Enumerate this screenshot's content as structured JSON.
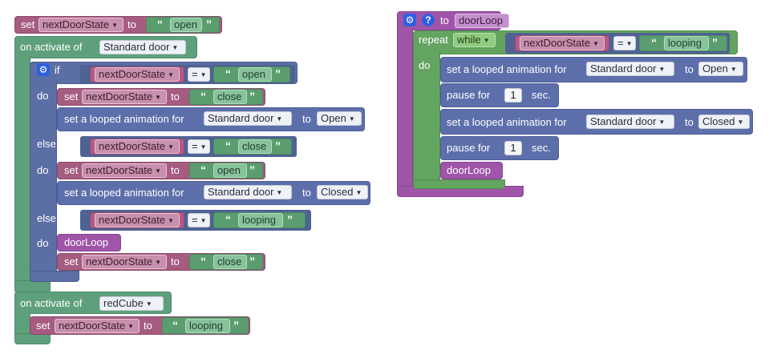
{
  "kw": {
    "set": "set",
    "to": "to",
    "on_activate_of": "on activate of",
    "if": "if",
    "do": "do",
    "else_if": "else if",
    "set_looped": "set a looped animation for",
    "repeat": "repeat",
    "pause_for": "pause for",
    "sec": "sec.",
    "eq": "=",
    "open_q": "“",
    "close_q": "”"
  },
  "vars": {
    "state": "nextDoorState"
  },
  "objects": {
    "door": "Standard door",
    "cube": "redCube"
  },
  "strings": {
    "open": "open",
    "close": "close",
    "looping": "looping"
  },
  "anims": {
    "open": "Open",
    "closed": "Closed"
  },
  "loop": {
    "mode": "while"
  },
  "pause": {
    "seconds": "1"
  },
  "proc": {
    "name": "doorLoop"
  },
  "icons": {
    "gear": "⚙",
    "help": "?"
  },
  "colors": {
    "variable": "#a65b81",
    "event": "#5fa07c",
    "logic": "#5b6fa5",
    "string": "#5b9d6f",
    "loop": "#63a460",
    "procedure": "#9f55a8"
  }
}
